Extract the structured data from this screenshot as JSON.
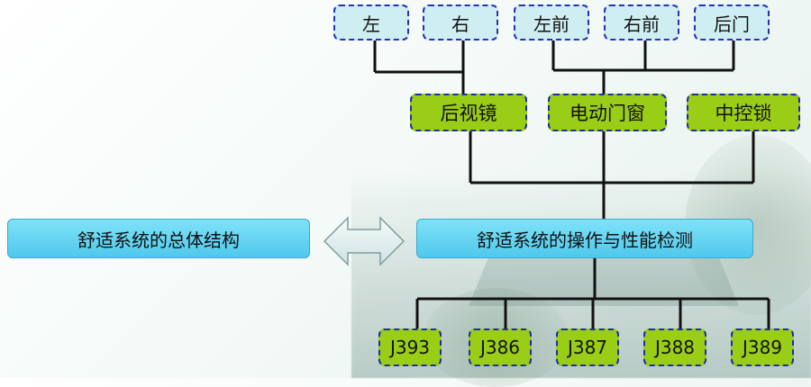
{
  "top_nodes": [
    "左",
    "右",
    "左前",
    "右前",
    "后门"
  ],
  "mid_nodes": [
    "后视镜",
    "电动门窗",
    "中控锁"
  ],
  "left_box": "舒适系统的总体结构",
  "center_box": "舒适系统的操作与性能检测",
  "bottom_nodes": [
    "J393",
    "J386",
    "J387",
    "J388",
    "J389"
  ],
  "colors": {
    "top_fill": "#cfeef2",
    "green_fill": "#9acd16",
    "dashed_border": "#2b2fb5",
    "blue_box": "#58cdee",
    "connector": "#111111"
  }
}
